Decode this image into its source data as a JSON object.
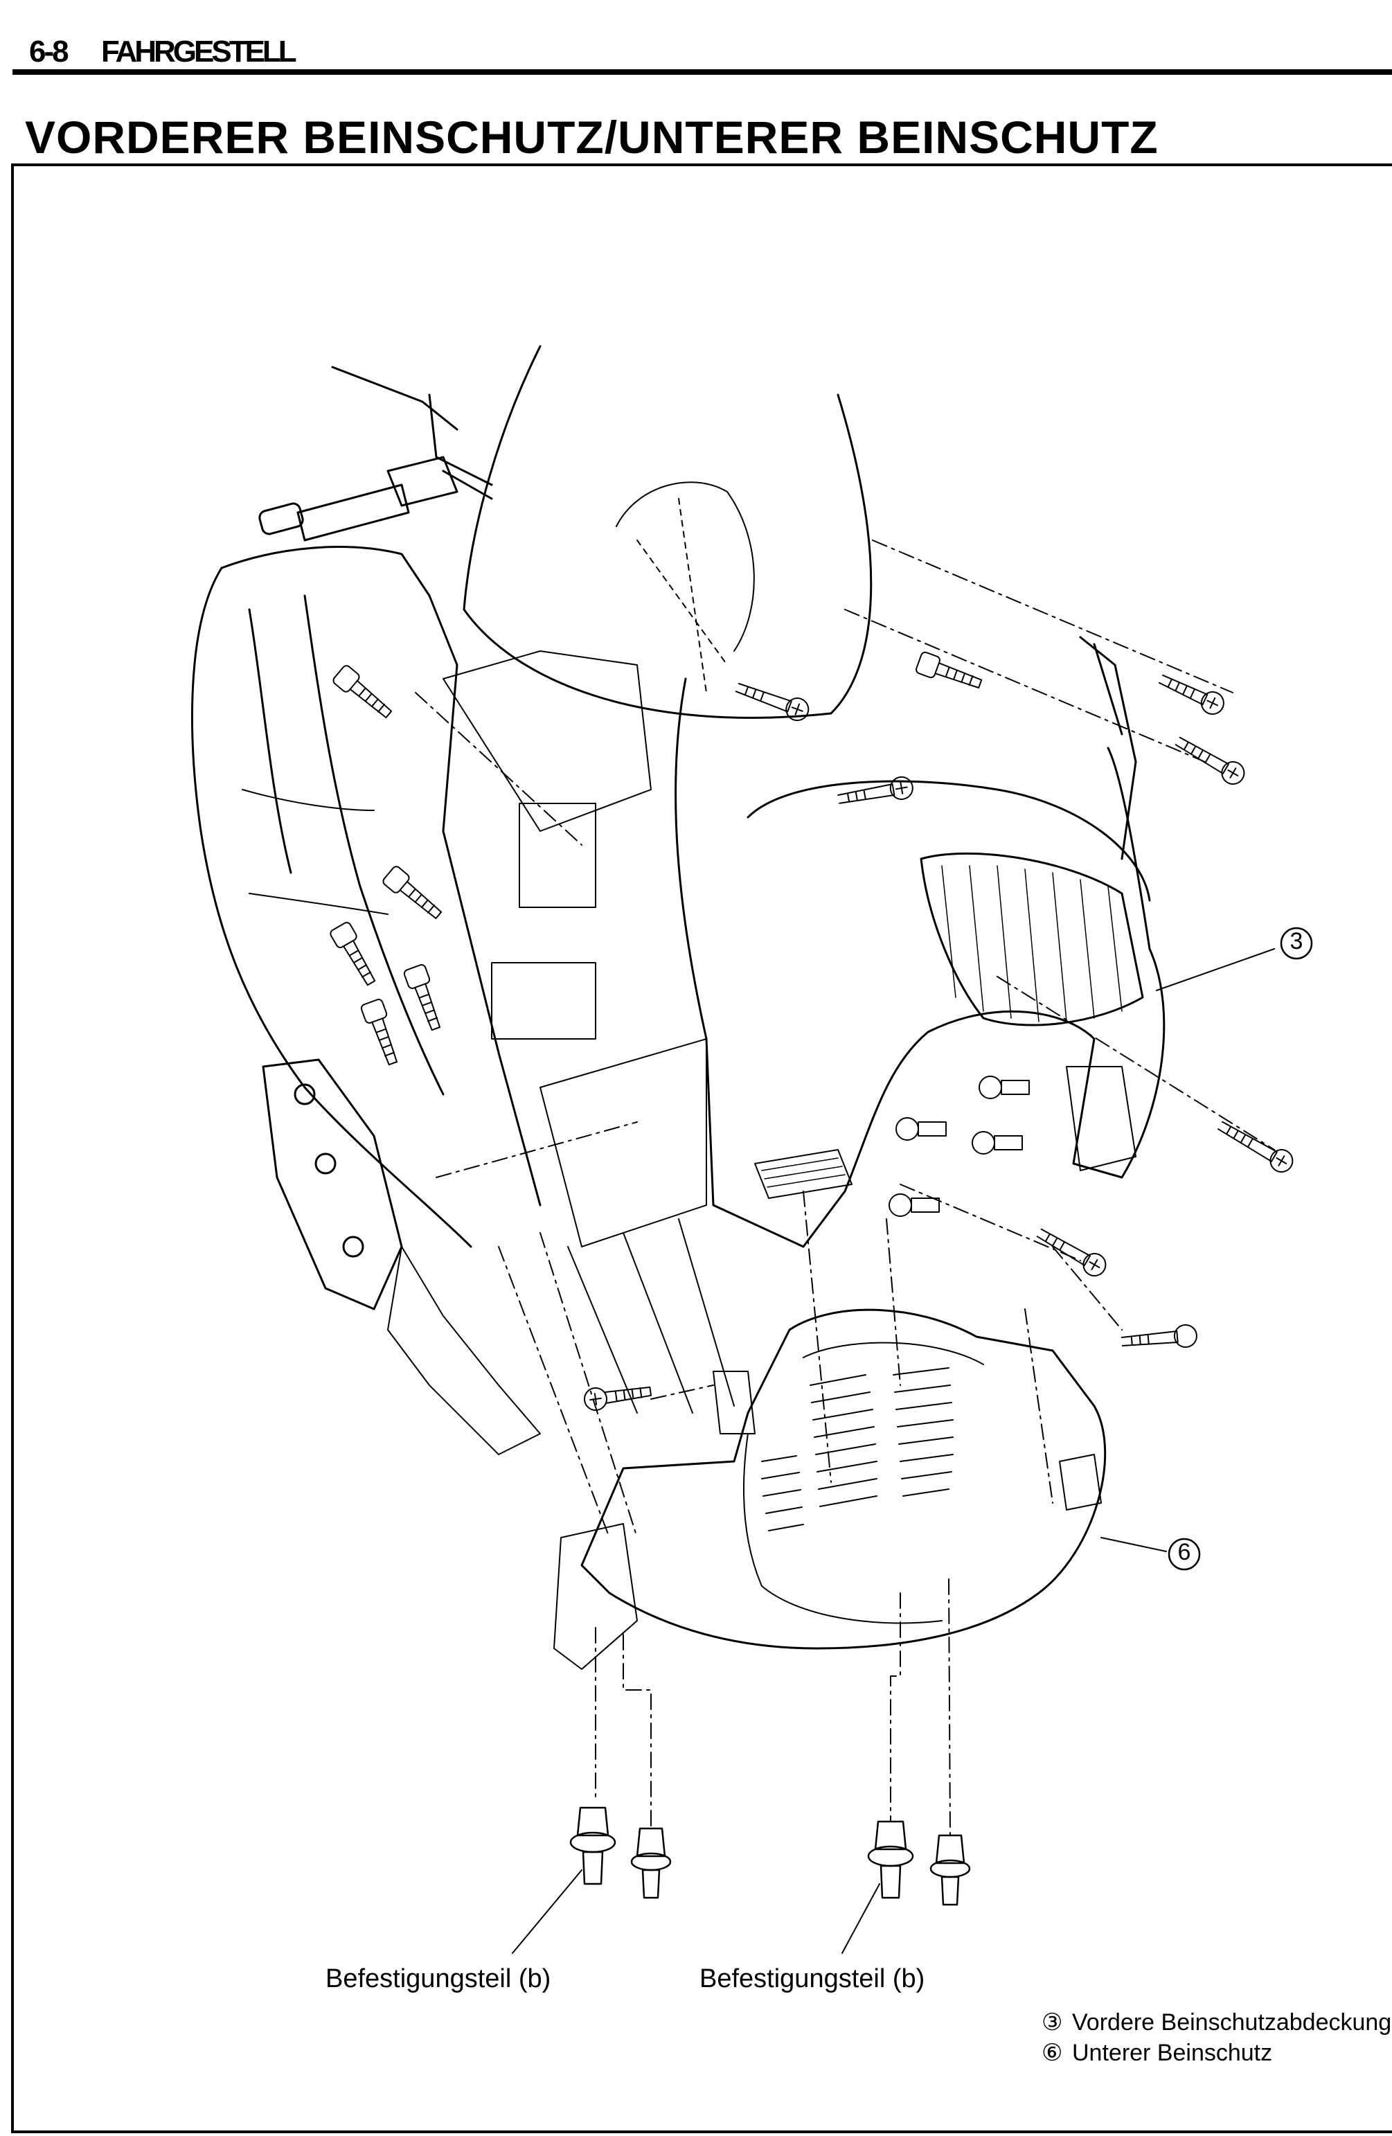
{
  "header": {
    "page_number": "6-8",
    "chapter": "FAHRGESTELL"
  },
  "title": "VORDERER BEINSCHUTZ/UNTERER BEINSCHUTZ",
  "figure": {
    "callouts": [
      {
        "id": "3",
        "symbol": "③"
      },
      {
        "id": "6",
        "symbol": "⑥"
      }
    ],
    "fastener_labels": [
      "Befestigungsteil (b)",
      "Befestigungsteil (b)"
    ]
  },
  "legend": [
    {
      "num": "③",
      "text": "Vordere Beinschutzabdeckung"
    },
    {
      "num": "⑥",
      "text": "Unterer Beinschutz"
    }
  ]
}
